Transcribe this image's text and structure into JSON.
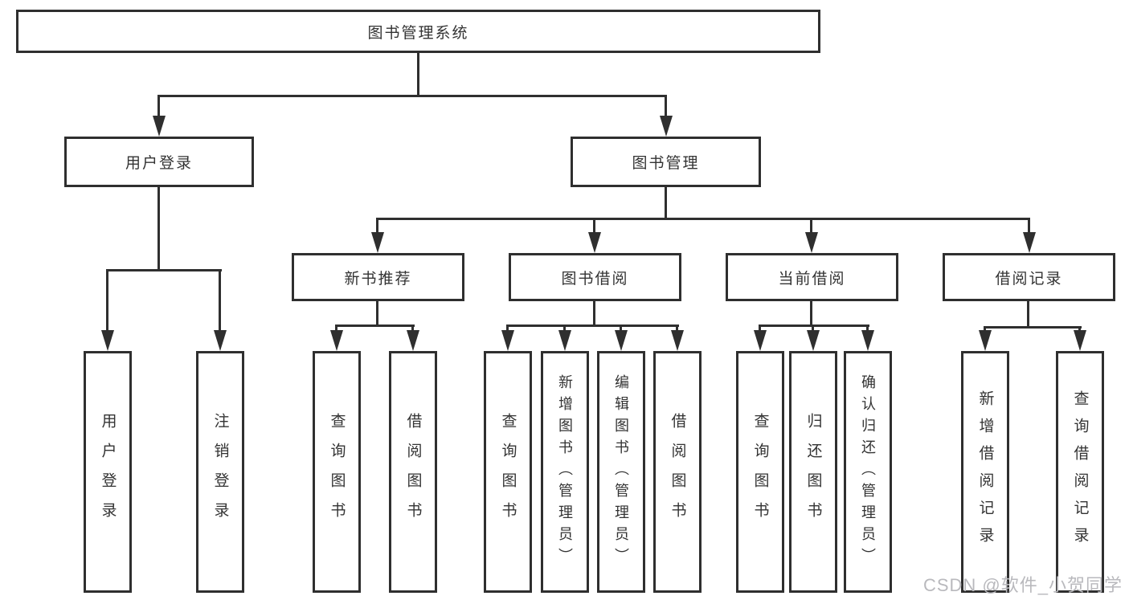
{
  "tree": {
    "root": {
      "label": "图书管理系统"
    },
    "branches": [
      {
        "label": "用户登录",
        "leaves": [
          {
            "label": "用户登录"
          },
          {
            "label": "注销登录"
          }
        ]
      },
      {
        "label": "图书管理",
        "sections": [
          {
            "label": "新书推荐",
            "leaves": [
              {
                "label": "查询图书"
              },
              {
                "label": "借阅图书"
              }
            ]
          },
          {
            "label": "图书借阅",
            "leaves": [
              {
                "label": "查询图书"
              },
              {
                "label": "新增图书（管理员）"
              },
              {
                "label": "编辑图书（管理员）"
              },
              {
                "label": "借阅图书"
              }
            ]
          },
          {
            "label": "当前借阅",
            "leaves": [
              {
                "label": "查询图书"
              },
              {
                "label": "归还图书"
              },
              {
                "label": "确认归还（管理员）"
              }
            ]
          },
          {
            "label": "借阅记录",
            "leaves": [
              {
                "label": "新增借阅记录"
              },
              {
                "label": "查询借阅记录"
              }
            ]
          }
        ]
      }
    ]
  },
  "watermark": {
    "text": "CSDN @软件_小贺同学"
  },
  "colors": {
    "line": "#2f2f2f",
    "border": "#2f2f2f",
    "text": "#333333",
    "watermark": "#b9b9bd",
    "background": "#ffffff"
  }
}
